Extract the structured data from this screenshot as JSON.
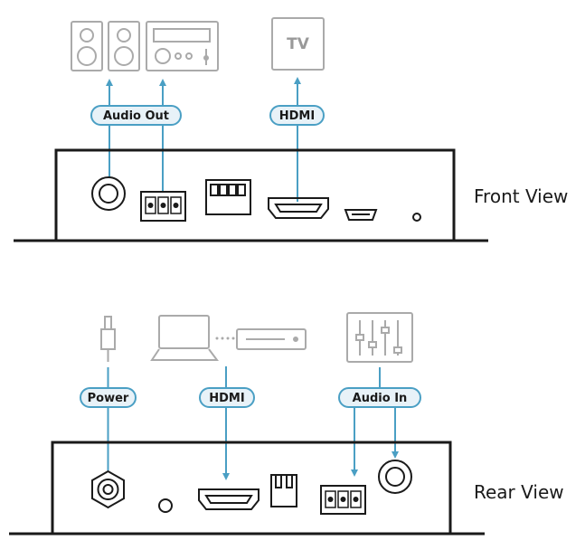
{
  "front_view": {
    "caption": "Front View",
    "labels": {
      "audio_out": "Audio Out",
      "hdmi": "HDMI"
    },
    "devices": {
      "tv": "TV"
    }
  },
  "rear_view": {
    "caption": "Rear View",
    "labels": {
      "power": "Power",
      "hdmi": "HDMI",
      "audio_in": "Audio In"
    }
  },
  "colors": {
    "accent": "#4a9fc4",
    "pill_fill": "#e8f2f8",
    "device_outline": "#aaaaaa",
    "line": "#1a1a1a"
  }
}
